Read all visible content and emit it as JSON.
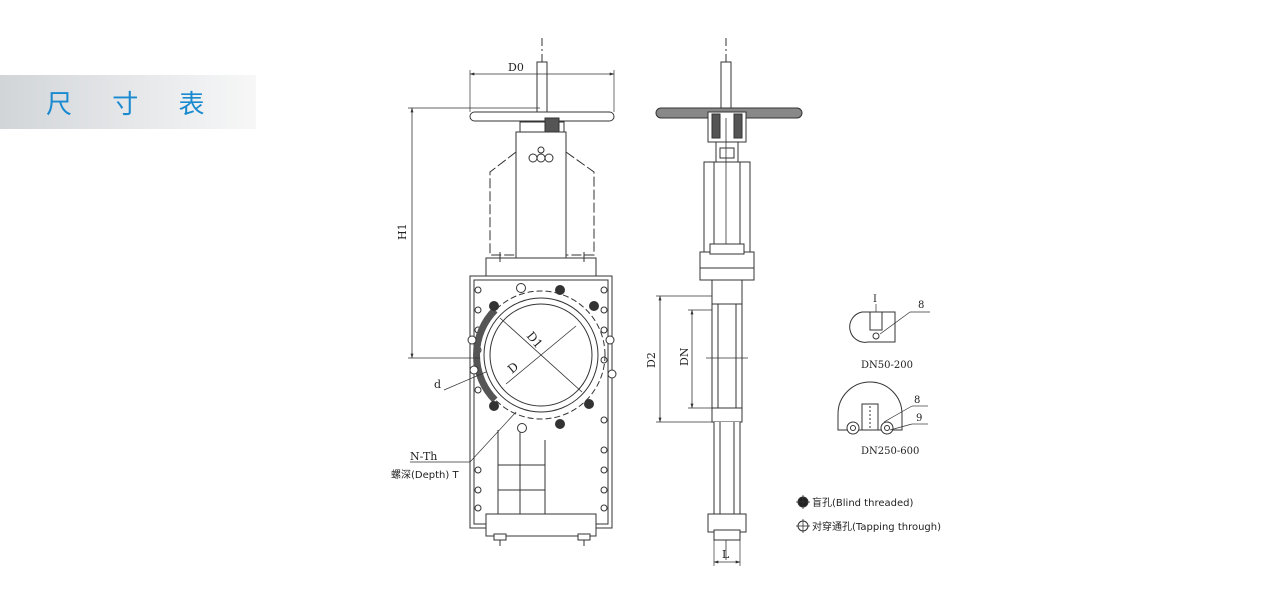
{
  "title": "尺 寸 表",
  "front_view": {
    "d0": "D0",
    "h1": "H1",
    "d1": "D1",
    "d": "D",
    "small_d": "d",
    "n_th": "N-Th",
    "depth": "螺深(Depth) T"
  },
  "side_view": {
    "d2": "D2",
    "dn": "DN",
    "l": "L"
  },
  "detail_small": {
    "ref": "I",
    "part": "8",
    "caption": "DN50-200"
  },
  "detail_large": {
    "part_a": "8",
    "part_b": "9",
    "caption": "DN250-600"
  },
  "legend": {
    "blind": "盲孔(Blind threaded)",
    "through": "对穿通孔(Tapping through)"
  }
}
